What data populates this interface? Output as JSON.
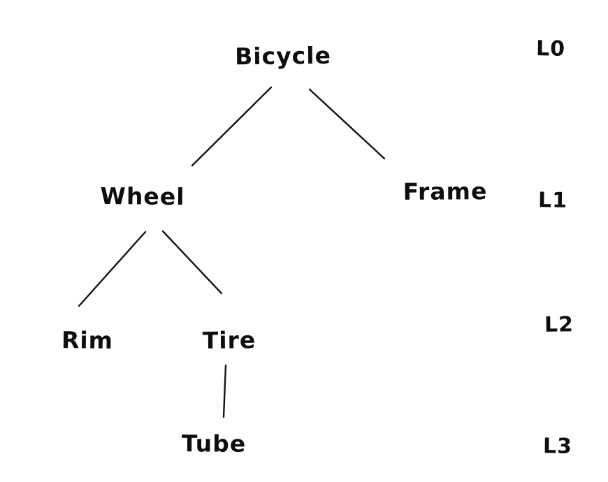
{
  "diagram": {
    "type": "tree",
    "ink_color": "#141414",
    "background_color": "#ffffff",
    "nodes": [
      {
        "id": "bicycle",
        "label": "Bicycle",
        "level": 0,
        "parent": null
      },
      {
        "id": "wheel",
        "label": "Wheel",
        "level": 1,
        "parent": "bicycle"
      },
      {
        "id": "frame",
        "label": "Frame",
        "level": 1,
        "parent": "bicycle"
      },
      {
        "id": "rim",
        "label": "Rim",
        "level": 2,
        "parent": "wheel"
      },
      {
        "id": "tire",
        "label": "Tire",
        "level": 2,
        "parent": "wheel"
      },
      {
        "id": "tube",
        "label": "Tube",
        "level": 3,
        "parent": "tire"
      }
    ],
    "edges": [
      {
        "from": "bicycle",
        "to": "wheel"
      },
      {
        "from": "bicycle",
        "to": "frame"
      },
      {
        "from": "wheel",
        "to": "rim"
      },
      {
        "from": "wheel",
        "to": "tire"
      },
      {
        "from": "tire",
        "to": "tube"
      }
    ],
    "level_labels": [
      {
        "label": "L0",
        "level": 0
      },
      {
        "label": "L1",
        "level": 1
      },
      {
        "label": "L2",
        "level": 2
      },
      {
        "label": "L3",
        "level": 3
      }
    ]
  }
}
